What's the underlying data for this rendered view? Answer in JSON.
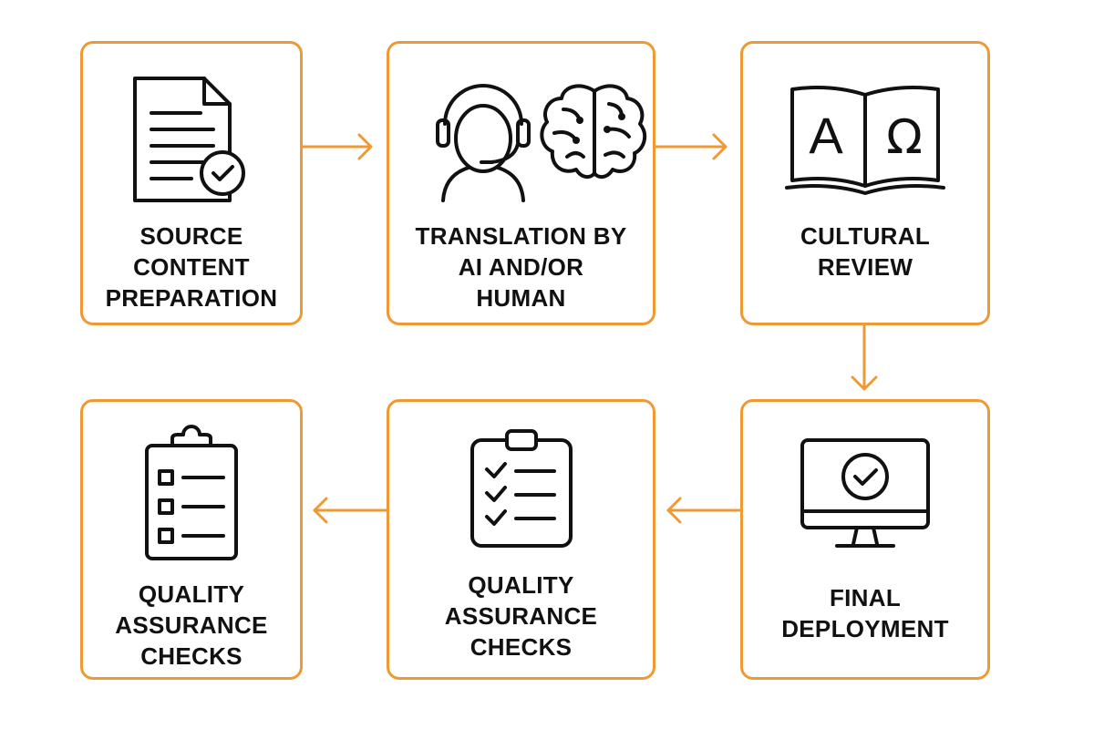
{
  "accent_color": "#EE9A34",
  "steps": [
    {
      "id": "source",
      "icon": "document-check-icon",
      "lines": [
        "SOURCE",
        "CONTENT",
        "PREPARATION"
      ]
    },
    {
      "id": "translation",
      "icon": "headset-person-and-brain-icon",
      "lines": [
        "TRANSLATION BY",
        "AI AND/OR",
        "HUMAN"
      ]
    },
    {
      "id": "cultural",
      "icon": "open-book-icon",
      "lines": [
        "CULTURAL",
        "REVIEW"
      ]
    },
    {
      "id": "final",
      "icon": "monitor-check-icon",
      "lines": [
        "FINAL",
        "DEPLOYMENT"
      ]
    },
    {
      "id": "qa-middle",
      "icon": "clipboard-checklist-icon",
      "lines": [
        "QUALITY",
        "ASSURANCE",
        "CHECKS"
      ]
    },
    {
      "id": "qa-left",
      "icon": "clipboard-boxes-icon",
      "lines": [
        "QUALITY",
        "ASSURANCE",
        "CHECKS"
      ]
    }
  ],
  "book_glyphs": [
    "A",
    "Ω"
  ]
}
